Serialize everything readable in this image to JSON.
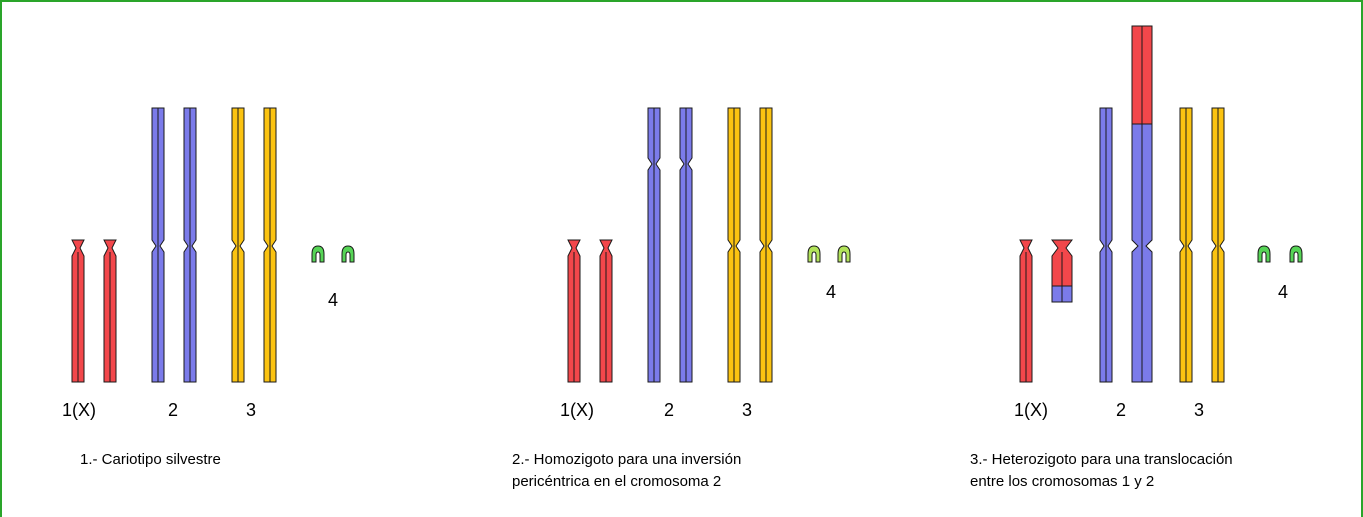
{
  "colors": {
    "border": "#2aa52a",
    "chromosome_1": "#f2474b",
    "chromosome_2": "#7b7bea",
    "chromosome_3": "#fbc311",
    "chromosome_4": "#56d456",
    "chromosome_4_alt": "#b2e35a",
    "outline": "#1a1a1a"
  },
  "panels": [
    {
      "caption": [
        "1.- Cariotipo silvestre"
      ],
      "labels": {
        "chr1": "1(X)",
        "chr2": "2",
        "chr3": "3",
        "chr4": "4"
      }
    },
    {
      "caption": [
        "2.- Homozigoto para una inversión",
        "pericéntrica en el cromosoma 2"
      ],
      "labels": {
        "chr1": "1(X)",
        "chr2": "2",
        "chr3": "3",
        "chr4": "4"
      }
    },
    {
      "caption": [
        "3.- Heterozigoto para una translocación",
        "entre los cromosomas 1 y 2"
      ],
      "labels": {
        "chr1": "1(X)",
        "chr2": "2",
        "chr3": "3",
        "chr4": "4"
      }
    }
  ]
}
